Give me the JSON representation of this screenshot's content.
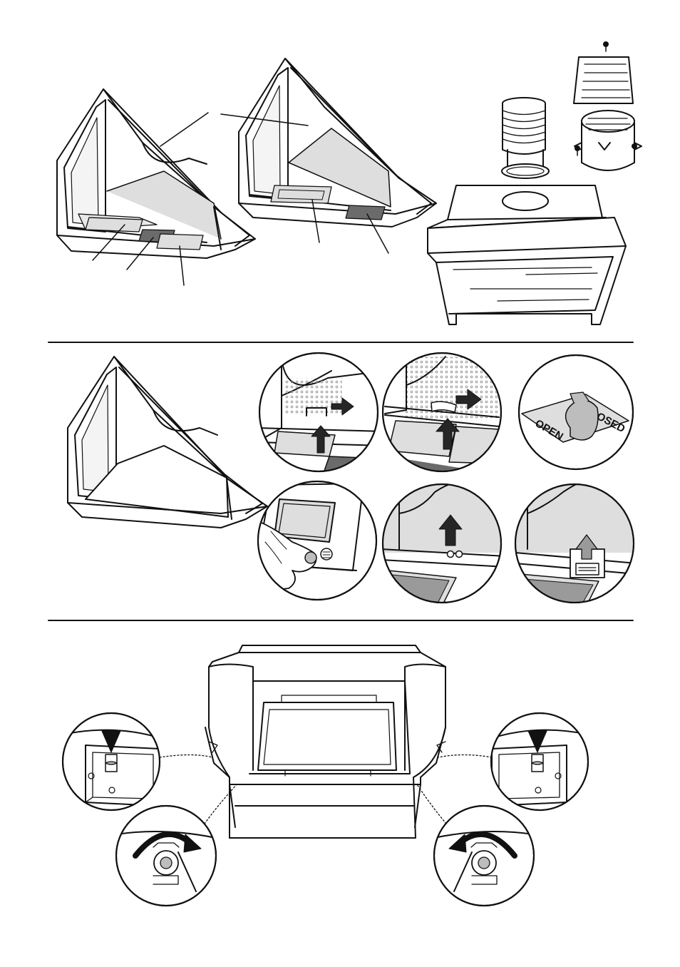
{
  "damper_labels": {
    "closed": "CLOSED",
    "open": "OPEN"
  },
  "colors": {
    "line": "#111111",
    "panel_fill": "#dedede",
    "filter_dark": "#6b6b6b",
    "arrow_fill": "#262626",
    "arrow_light": "#9a9a9a",
    "background": "#ffffff"
  },
  "sections": [
    {
      "id": "section-1",
      "content": "hood-filters-and-ducting-accessories"
    },
    {
      "id": "section-2",
      "content": "filter-removal-steps"
    },
    {
      "id": "section-3",
      "content": "hood-mounting-locks"
    }
  ],
  "icons": [
    "arrow-up-icon",
    "arrow-right-icon",
    "arrow-down-icon",
    "rotate-clockwise-icon",
    "rotate-counterclockwise-icon",
    "screw-icon"
  ]
}
